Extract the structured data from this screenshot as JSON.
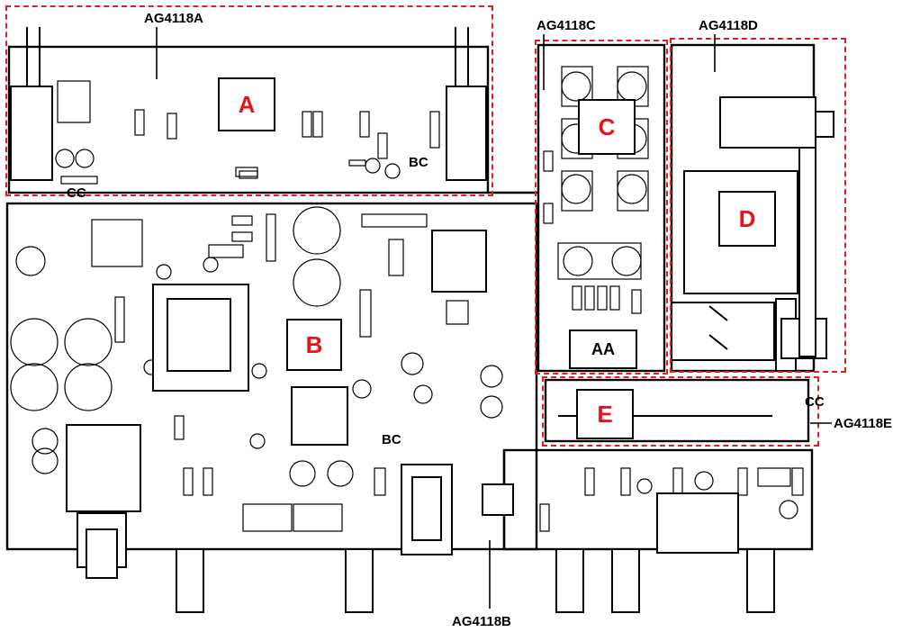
{
  "sections": {
    "ag4118a": {
      "name": "AG4118A",
      "letter": "A"
    },
    "ag4118b": {
      "name": "AG4118B",
      "letter": "B"
    },
    "ag4118c": {
      "name": "AG4118C",
      "letter": "C"
    },
    "ag4118d": {
      "name": "AG4118D",
      "letter": "D"
    },
    "ag4118e": {
      "name": "AG4118E",
      "letter": "E"
    }
  },
  "tags": {
    "aa": "AA",
    "bc": "BC",
    "cc": "CC"
  },
  "colors": {
    "section_outline": "#e02020",
    "panel_letter": "#e8141a",
    "pcb_line": "#000000"
  }
}
